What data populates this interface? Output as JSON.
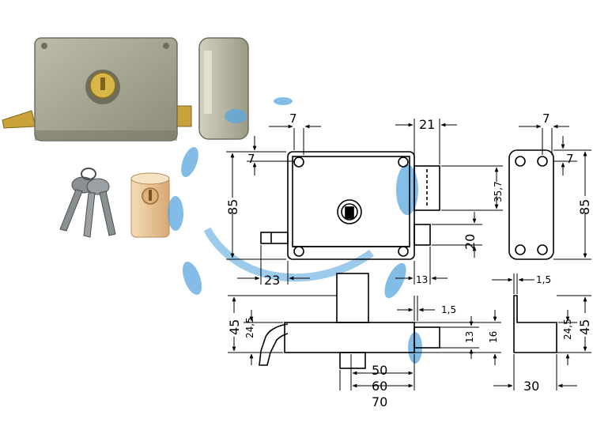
{
  "labels": {
    "front_left_top": "7",
    "front_top_width": "7",
    "front_bolt_width": "21",
    "front_height": "85",
    "front_bolt_height": "35,7",
    "front_latch_height": "20",
    "front_bottom_left": "23",
    "front_bottom_right": "13",
    "side_top_width": "7",
    "side_top_left": "7",
    "side_height": "85",
    "side_bottom": "1,5",
    "plan_height": "45",
    "plan_handle": "24,5",
    "plan_offset": "1,5",
    "plan_latch": "13",
    "plan_bolt": "16",
    "plan_w50": "50",
    "plan_w60": "60",
    "plan_w70": "70",
    "side2_height": "45",
    "side2_inner": "24,5",
    "side2_width": "30"
  },
  "colors": {
    "lock_body": "#a6a592",
    "lock_shadow": "#6f6e5e",
    "brass": "#c9a33a",
    "cylinder": "#e8c79c",
    "key_steel": "#8a8f92",
    "watermark": "#5aa7e0"
  }
}
